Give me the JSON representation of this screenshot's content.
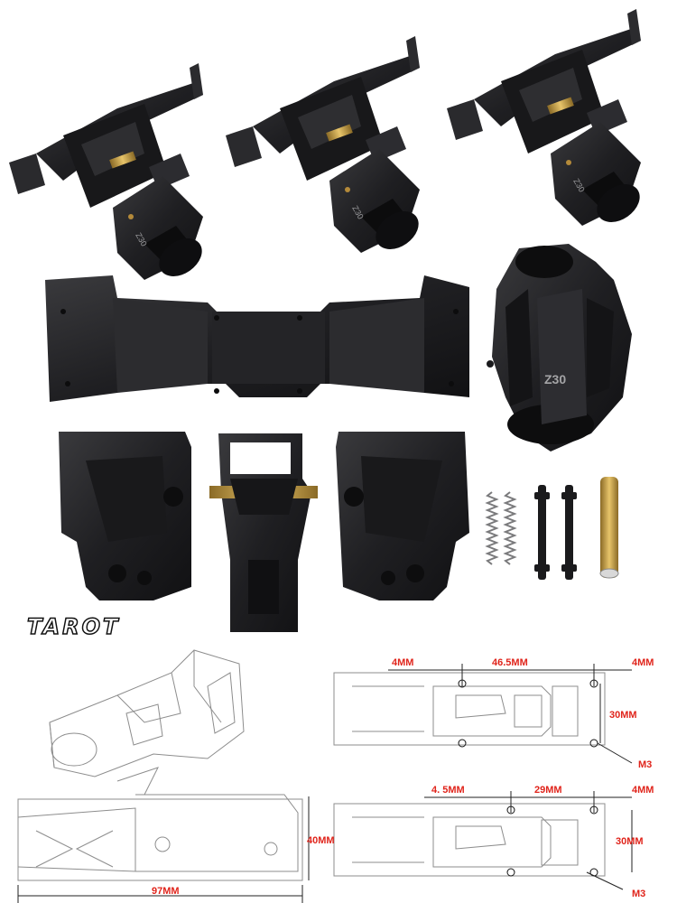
{
  "brand": {
    "name": "TAROT"
  },
  "parts": {
    "mount_label": "Z30",
    "assembled_mount_count": 3
  },
  "drawings": {
    "top_right": {
      "dims": [
        "4MM",
        "46.5MM",
        "4MM",
        "30MM",
        "M3"
      ]
    },
    "bottom_right": {
      "dims": [
        "4. 5MM",
        "29MM",
        "4MM",
        "30MM",
        "M3"
      ]
    },
    "bottom_left": {
      "dims": [
        "40MM",
        "97MM"
      ]
    }
  },
  "colors": {
    "dimension_red": "#e0241b",
    "part_black": "#1d1d1f",
    "line_gray": "#9a9a9a"
  }
}
